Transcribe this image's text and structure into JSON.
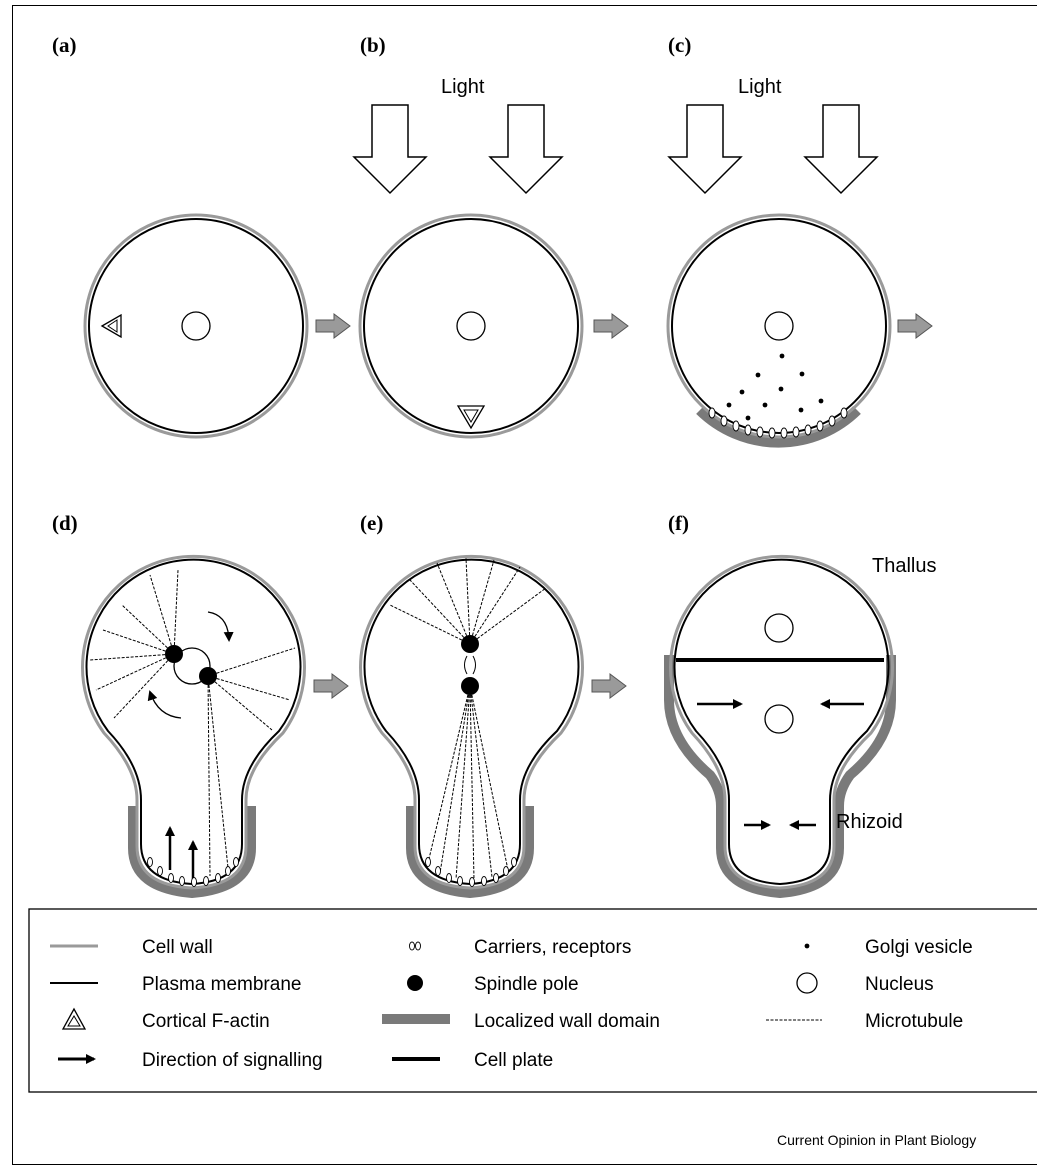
{
  "panels": {
    "a": {
      "label": "(a)"
    },
    "b": {
      "label": "(b)",
      "light": "Light"
    },
    "c": {
      "label": "(c)",
      "light": "Light"
    },
    "d": {
      "label": "(d)"
    },
    "e": {
      "label": "(e)"
    },
    "f": {
      "label": "(f)",
      "top": "Thallus",
      "bottom": "Rhizoid"
    }
  },
  "legend": {
    "cell_wall": "Cell wall",
    "plasma_membrane": "Plasma membrane",
    "cortical_factin": "Cortical F-actin",
    "direction": "Direction of signalling",
    "carriers": "Carriers, receptors",
    "spindle_pole": "Spindle pole",
    "wall_domain": "Localized wall domain",
    "cell_plate": "Cell plate",
    "golgi": "Golgi vesicle",
    "nucleus": "Nucleus",
    "microtubule": "Microtubule"
  },
  "credit": "Current Opinion in Plant Biology",
  "colors": {
    "wall": "#9a9a9a",
    "domain": "#7a7a7a",
    "ink": "#000000",
    "arrow": "#9a9a9a"
  }
}
